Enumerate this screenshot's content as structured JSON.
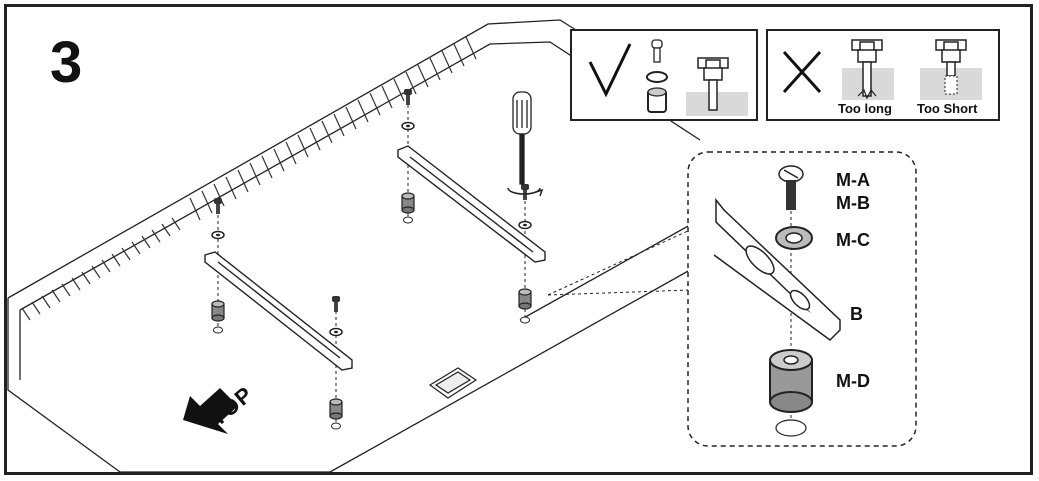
{
  "step_number": "3",
  "direction_label": "TOP",
  "correct_box": {
    "icon": "check-icon"
  },
  "incorrect_box": {
    "icon": "cross-icon",
    "cases": [
      "Too long",
      "Too Short"
    ]
  },
  "detail_parts": [
    {
      "id": "M-A",
      "label": "M-A"
    },
    {
      "id": "M-B",
      "label": "M-B"
    },
    {
      "id": "M-C",
      "label": "M-C"
    },
    {
      "id": "B",
      "label": "B"
    },
    {
      "id": "M-D",
      "label": "M-D"
    }
  ],
  "colors": {
    "line": "#222222",
    "gray_fill": "#d9d9d9",
    "dark_fill": "#555555"
  }
}
